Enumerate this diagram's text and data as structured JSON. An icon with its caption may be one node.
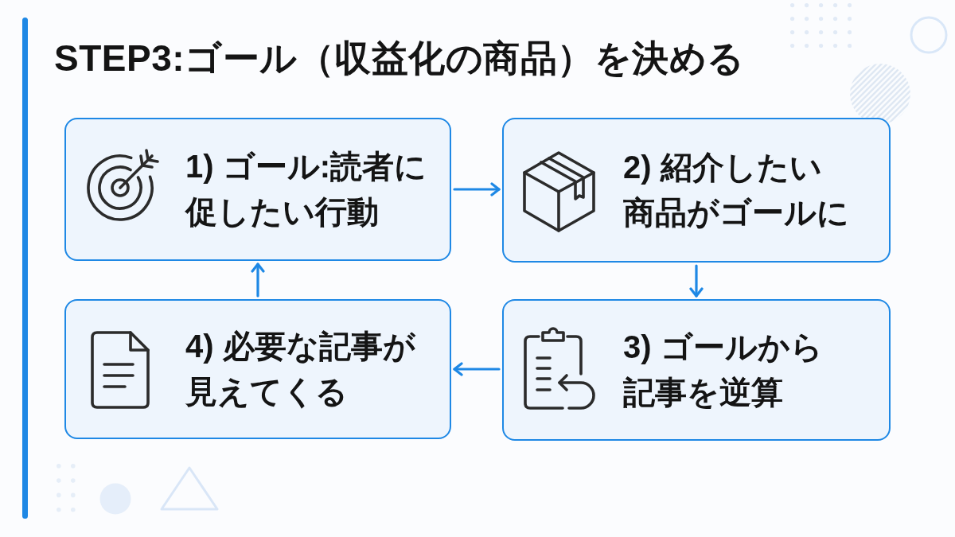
{
  "diagram": {
    "title": "STEP3:ゴール（収益化の商品）を決める",
    "nodes": [
      {
        "text": [
          "1) ゴール:読者に促したい行動"
        ]
      },
      {
        "text": [
          "2) 紹介したい商品がゴールに"
        ]
      },
      {
        "text": [
          "3) ゴールから記事を逆算"
        ]
      },
      {
        "text": [
          "4) 必要な記事が見えてくる"
        ]
      }
    ],
    "edges": [
      {
        "from": 0,
        "to": 1,
        "arrow": "to"
      },
      {
        "from": 1,
        "to": 2,
        "arrow": "to"
      },
      {
        "from": 2,
        "to": 3,
        "arrow": "to"
      },
      {
        "from": 3,
        "to": 0,
        "arrow": "to"
      }
    ]
  }
}
